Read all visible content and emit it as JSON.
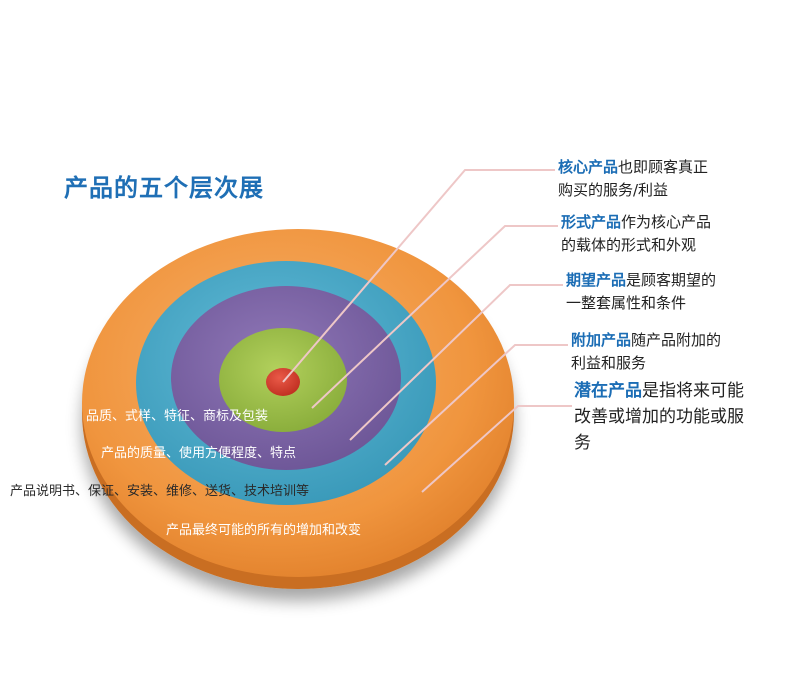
{
  "title": "产品的五个层次展",
  "callouts": [
    {
      "highlight": "核心产品",
      "rest_line1": "也即顾客真正",
      "line2": "购买的服务/利益"
    },
    {
      "highlight": "形式产品",
      "rest_line1": "作为核心产品",
      "line2": "的载体的形式和外观"
    },
    {
      "highlight": "期望产品",
      "rest_line1": "是顾客期望的",
      "line2": "一整套属性和条件"
    },
    {
      "highlight": "附加产品",
      "rest_line1": "随产品附加的",
      "line2": "利益和服务"
    },
    {
      "highlight": "潜在产品",
      "rest_line1": "是指将来可能",
      "line2": "改善或增加的功能或服",
      "line3": "务"
    }
  ],
  "ring_labels": [
    "品质、式样、特征、商标及包装",
    "产品的质量、使用方便程度、特点",
    "产品说明书、保证、安装、维修、送货、技术培训等",
    "产品最终可能的所有的增加和改变"
  ],
  "colors": {
    "outer_ring": "#f0953e",
    "teal_ring": "#46a7c6",
    "purple_ring": "#7e66a8",
    "green_ring": "#9bbe48",
    "core": "#d23b2b",
    "title": "#1f6fb5",
    "highlight": "#1b6db5",
    "leader_line": "#e9c2c2"
  }
}
